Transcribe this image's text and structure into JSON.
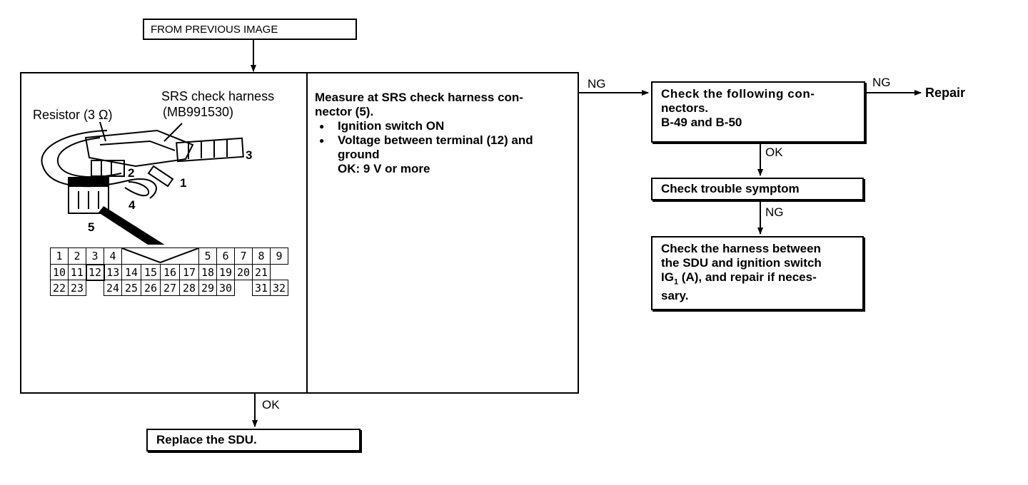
{
  "start_box": {
    "text": "FROM PREVIOUS IMAGE"
  },
  "illustration": {
    "harness_label_line1": "SRS check harness",
    "harness_label_line2": "(MB991530)",
    "resistor_label": "Resistor (3 Ω)",
    "callouts": [
      "1",
      "2",
      "3",
      "4",
      "5"
    ],
    "connector_rows": [
      [
        "1",
        "2",
        "3",
        "4",
        "",
        "5",
        "6",
        "7",
        "8",
        "9"
      ],
      [
        "10",
        "11",
        "12",
        "13",
        "14",
        "15",
        "16",
        "17",
        "18",
        "19",
        "20",
        "21"
      ],
      [
        "22",
        "23",
        "",
        "24",
        "25",
        "26",
        "27",
        "28",
        "29",
        "30",
        "",
        "31",
        "32"
      ]
    ]
  },
  "measure": {
    "title_line1": "Measure at SRS check harness con-",
    "title_line2": "nector (5).",
    "conditions": [
      "Ignition switch ON",
      "Voltage between terminal (12) and"
    ],
    "condition2_cont": "ground",
    "ok_prefix": "OK:",
    "ok_value": "9 V or more"
  },
  "labels": {
    "ng": "NG",
    "ok": "OK"
  },
  "check_connectors": {
    "line1": "Check the following con-",
    "line2": "nectors.",
    "line3": "B-49 and B-50"
  },
  "repair": "Repair",
  "check_trouble": "Check trouble symptom",
  "check_harness": {
    "line1": "Check the harness between",
    "line2": "the SDU and ignition switch",
    "line3_pre": "IG",
    "line3_sub": "1",
    "line3_post": " (A), and repair if neces-",
    "line4": "sary."
  },
  "replace_sdu": "Replace the SDU."
}
